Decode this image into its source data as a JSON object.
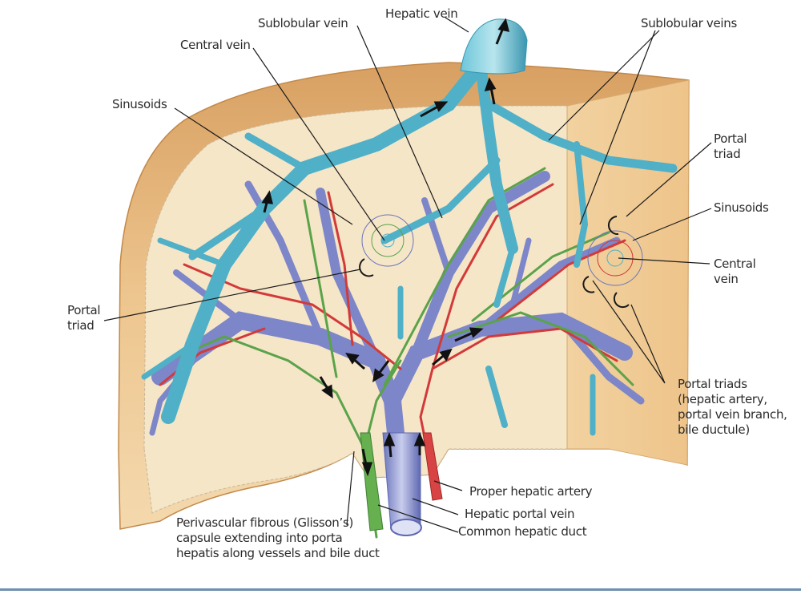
{
  "figure": {
    "subject": "Liver intrahepatic vascular and biliary system",
    "colors": {
      "hepatic_vein": "#4fb0c8",
      "portal_vein": "#7d86c8",
      "hepatic_artery": "#d23a3a",
      "bile_duct": "#5aa34a",
      "parenchyma": "#f3dcb4",
      "capsule": "#d9a45e"
    },
    "labels": {
      "hepatic_vein": "Hepatic vein",
      "sublobular_vein": "Sublobular vein",
      "sublobular_veins": "Sublobular veins",
      "central_vein_top": "Central vein",
      "sinusoids_left": "Sinusoids",
      "portal_triad_right": "Portal\ntriad",
      "sinusoids_right": "Sinusoids",
      "central_vein_right": "Central\nvein",
      "portal_triad_left": "Portal\ntriad",
      "portal_triads": "Portal triads\n(hepatic artery,\nportal vein branch,\nbile ductule)",
      "proper_hepatic_artery": "Proper hepatic artery",
      "hepatic_portal_vein": "Hepatic portal vein",
      "common_hepatic_duct": "Common hepatic duct",
      "glissons_capsule": "Perivascular fibrous (Glisson’s)\ncapsule extending into porta\nhepatis along vessels and bile duct"
    }
  }
}
